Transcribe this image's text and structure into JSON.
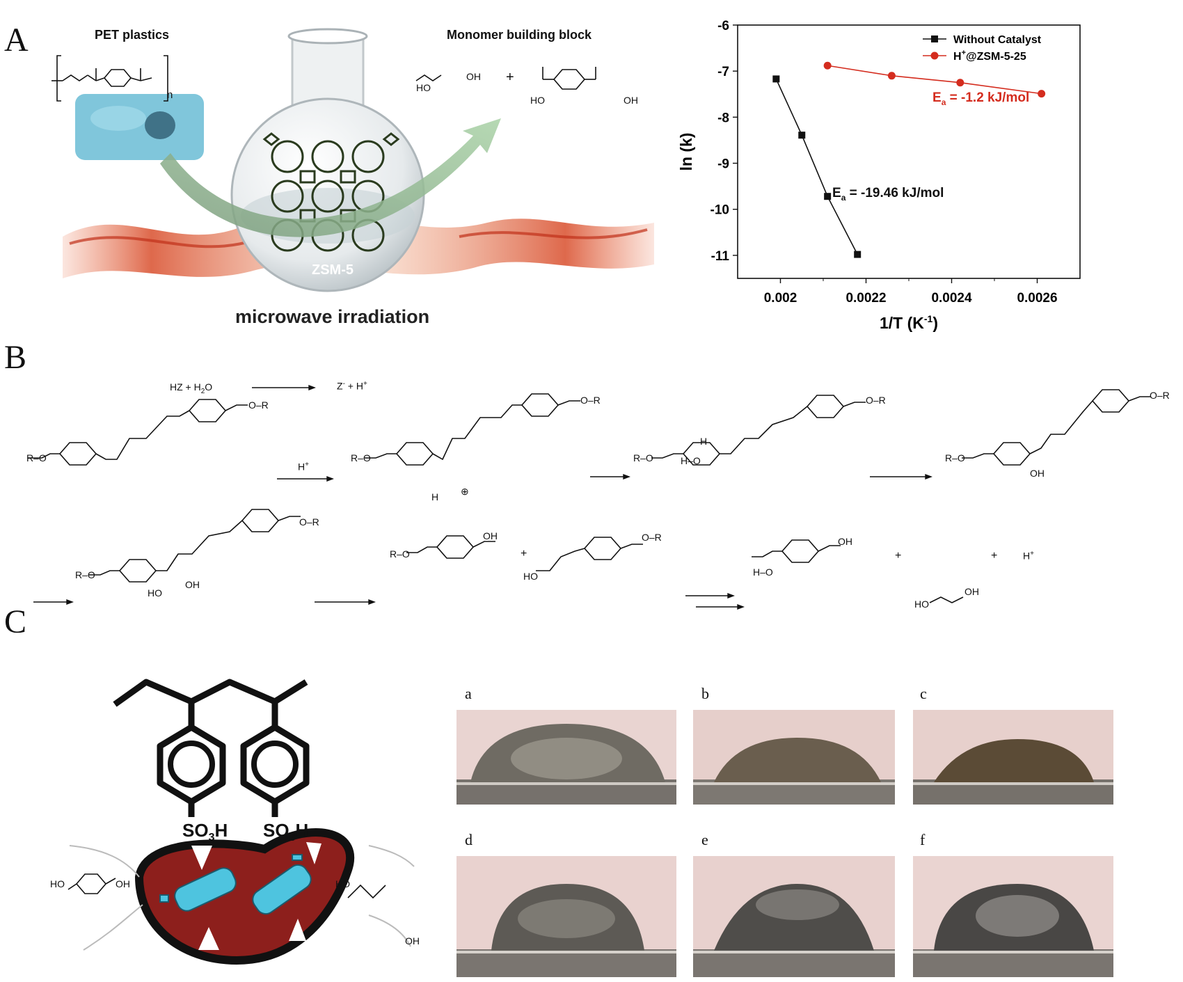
{
  "panels": {
    "a": "A",
    "b": "B",
    "c": "C"
  },
  "panel_a": {
    "pet_label": "PET plastics",
    "monomer_label": "Monomer building block",
    "zsm_label": "ZSM-5",
    "caption": "microwave irradiation",
    "polymer_n": "n",
    "plus": "+"
  },
  "chart_data": {
    "type": "line",
    "title": "",
    "xlabel": "1/T (K",
    "xlabel_sup": "-1",
    "xlabel_tail": ")",
    "ylabel": "ln (k)",
    "xlim": [
      0.0019,
      0.0027
    ],
    "ylim": [
      -11.5,
      -6
    ],
    "xticks": [
      0.002,
      0.0022,
      0.0024,
      0.0026
    ],
    "xtick_labels": [
      "0.002",
      "0.0022",
      "0.0024",
      "0.0026"
    ],
    "yticks": [
      -6,
      -7,
      -8,
      -9,
      -10,
      -11
    ],
    "ytick_labels": [
      "-6",
      "-7",
      "-8",
      "-9",
      "-10",
      "-11"
    ],
    "legend_position": "top-right",
    "series": [
      {
        "name": "Without Catalyst",
        "color": "#111111",
        "marker": "square",
        "x": [
          0.00199,
          0.00205,
          0.00211,
          0.00218
        ],
        "y": [
          -7.17,
          -8.39,
          -9.72,
          -10.98
        ]
      },
      {
        "name": "H+@ZSM-5-25",
        "name_prefix": "H",
        "name_sup": "+",
        "name_suffix": "@ZSM-5-25",
        "color": "#d42c1e",
        "marker": "circle",
        "x": [
          0.00211,
          0.00226,
          0.00242,
          0.00261
        ],
        "y": [
          -6.88,
          -7.1,
          -7.25,
          -7.49
        ]
      }
    ],
    "annotations": [
      {
        "prefix": "E",
        "sub": "a",
        "text": " = -1.2 kJ/mol",
        "color": "#d42c1e"
      },
      {
        "prefix": "E",
        "sub": "a",
        "text": " = -19.46 kJ/mol",
        "color": "#111111"
      }
    ]
  },
  "panel_b": {
    "hz_eq_left": "HZ + H",
    "hz_eq_left_sub": "2",
    "hz_eq_left_tail": "O",
    "hz_eq_right": "Z",
    "hz_eq_right_sup": "-",
    "hz_eq_right_tail": " + H",
    "hz_eq_right_sup2": "+",
    "hplus": "H",
    "hplus_sup": "+",
    "labels": {
      "or_r": "O–R",
      "r_o": "R–O",
      "o": "O",
      "h": "H",
      "oh": "OH",
      "ho": "HO",
      "h_o": "H–O",
      "plus": "+",
      "final_hplus": "H",
      "final_hplus_sup": "+",
      "charge": "⊕"
    }
  },
  "panel_c": {
    "so3h": "SO",
    "so3h_sub": "3",
    "so3h_tail": "H",
    "ho": "HO",
    "oh": "OH",
    "photo_labels": [
      "a",
      "b",
      "c",
      "d",
      "e",
      "f"
    ]
  }
}
